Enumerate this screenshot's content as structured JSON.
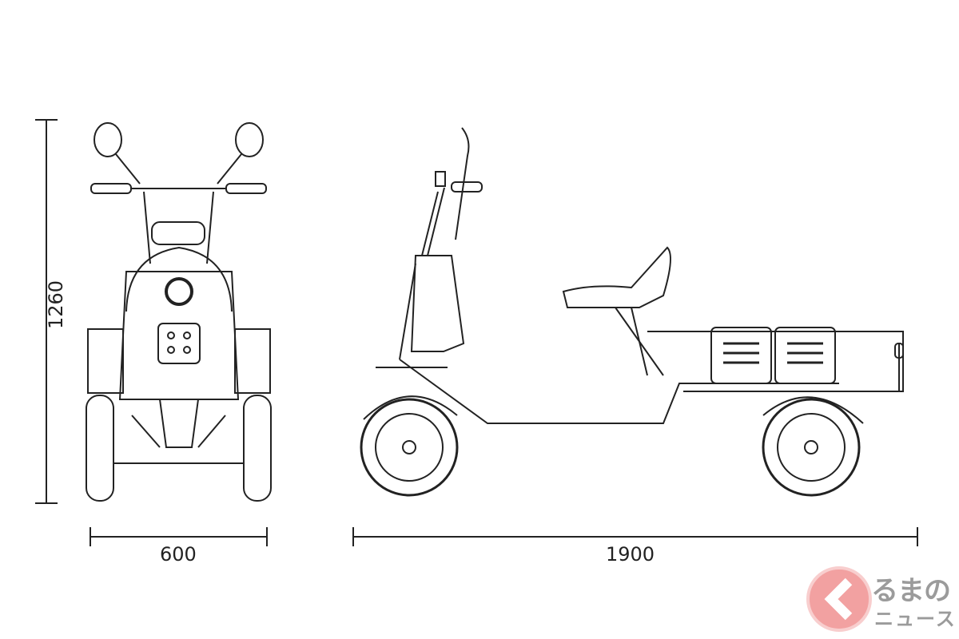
{
  "dimensions": {
    "height": "1260",
    "front_width": "600",
    "length": "1900"
  },
  "watermark": {
    "line1": "るまの",
    "line2": "ニュース",
    "logo_text": "くるまのニュース",
    "color": "#f08a8a"
  },
  "colors": {
    "line": "#222222",
    "background": "#ffffff"
  }
}
